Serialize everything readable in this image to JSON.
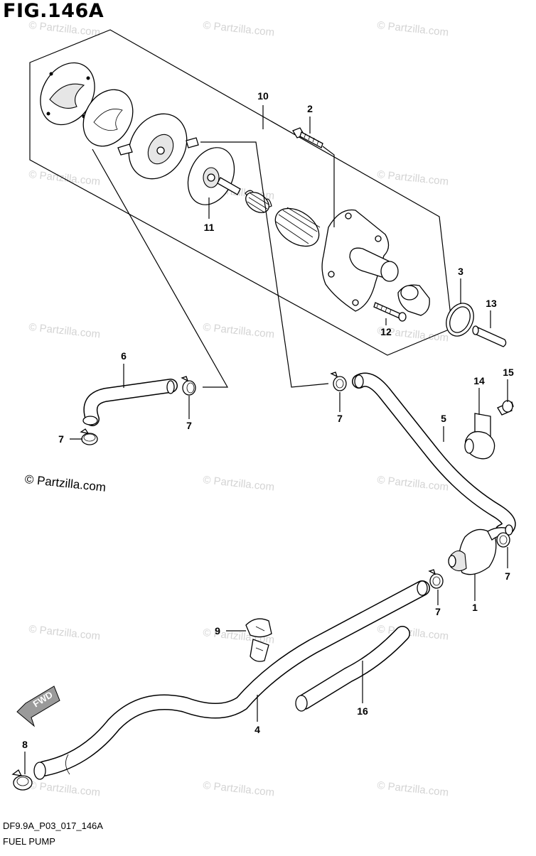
{
  "figure": {
    "title": "FIG.146A",
    "code": "DF9.9A_P03_017_146A",
    "name": "FUEL PUMP",
    "copyright": "© Partzilla.com",
    "watermark": "© Partzilla.com",
    "direction_label": "FWD"
  },
  "callouts": [
    "10",
    "2",
    "11",
    "3",
    "13",
    "12",
    "6",
    "7",
    "7",
    "7",
    "14",
    "15",
    "5",
    "7",
    "7",
    "1",
    "9",
    "4",
    "16",
    "8"
  ],
  "colors": {
    "line": "#000000",
    "watermark": "#d4d4d4",
    "background": "#ffffff"
  }
}
